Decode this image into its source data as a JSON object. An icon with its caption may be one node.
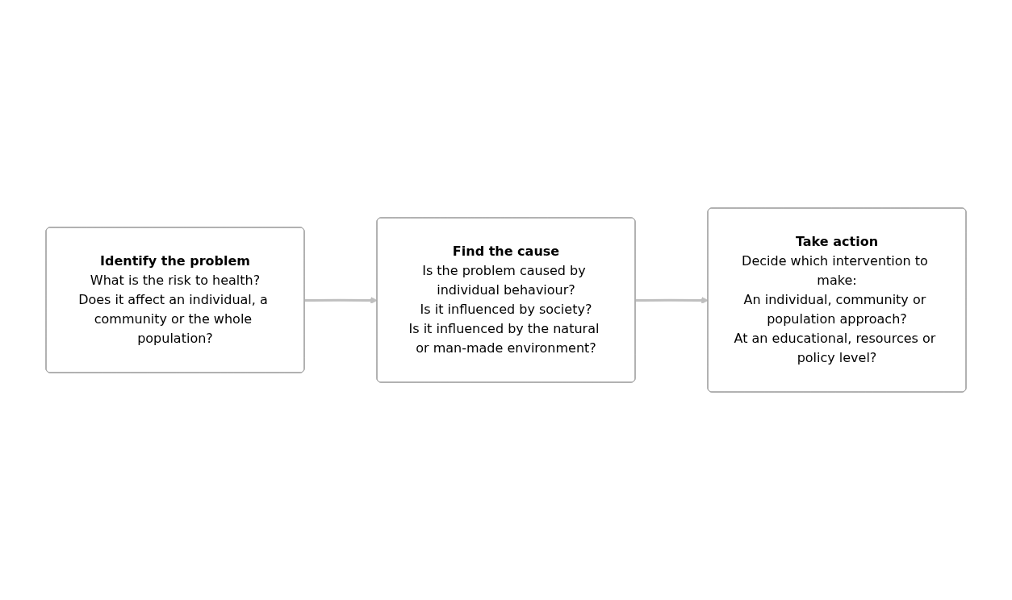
{
  "diagram": {
    "nodes": [
      {
        "text": [
          "Identify the problem",
          "What is the risk to health?",
          "Does it affect an individual, a community or the whole population?"
        ]
      },
      {
        "text": [
          "Find the cause",
          "Is the problem caused by individual behaviour?",
          "Is it influenced by society?",
          "Is it influenced by the natural or man-made environment?"
        ]
      },
      {
        "text": [
          "Take action",
          "Decide which intervention to make:",
          "An individual, community or population approach?",
          "At an educational, resources or policy level?"
        ]
      }
    ],
    "edges": [
      {
        "from": 0,
        "to": 1,
        "arrow": "to"
      },
      {
        "from": 1,
        "to": 2,
        "arrow": "to"
      }
    ]
  }
}
